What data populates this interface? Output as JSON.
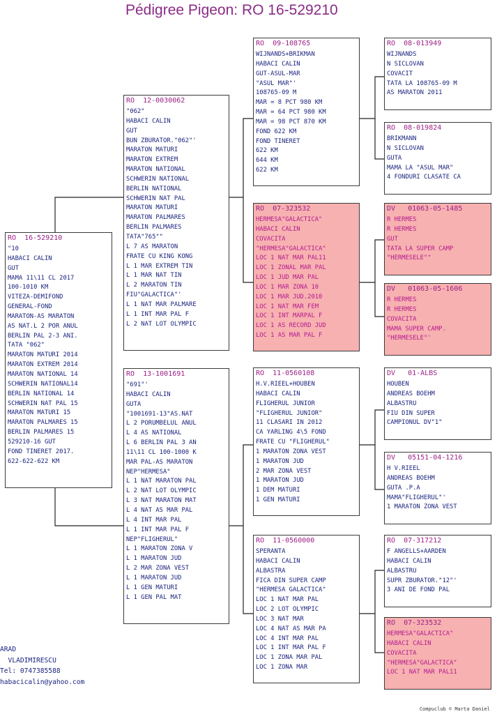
{
  "title": "Pédigree Pigeon: RO  16-529210",
  "boxes": {
    "subject": {
      "id": "RO  16-529210",
      "lines": [
        "\"10",
        "HABACI CALIN",
        "GUT",
        "MAMA 11\\11 CL 2017",
        "100-1010 KM",
        "VITEZA-DEMIFOND",
        "GENERAL-FOND",
        "MARATON-AS MARATON",
        "AS NAT.L 2 POR ANUL",
        "BERLIN PAL 2-3 ANI.",
        "TATA \"062\"",
        "MARATON MATURI 2014",
        "MARATON EXTREM 2014",
        "MARATON NATIONAL 14",
        "SCHWERIN NATIONAL14",
        "BERLIN NATIONAL 14",
        "SCHWERIN NAT PAL 15",
        "MARATON MATURI 15",
        "MARATON PALMARES 15",
        "BERLIN PALMARES 15",
        "529210-16 GUT",
        "FOND TINERET 2017.",
        "622-622-622 KM"
      ]
    },
    "sire": {
      "id": "RO  12-0030062",
      "lines": [
        "\"062\"",
        "HABACI CALIN",
        "GUT",
        "BUN ZBURATOR.\"062\"'",
        "MARATON MATURI",
        "MARATON EXTREM",
        "MARATON NATIONAL",
        "SCHWERIN NATIONAL",
        "BERLIN NATIONAL",
        "SCHWERIN NAT PAL",
        "MARATON MATURI",
        "MARATON PALMARES",
        "BERLIN PALMARES",
        "TATA\"765\"\"",
        "L 7 AS MARATON",
        "FRATE CU KING KONG",
        "L 1 MAR EXTREM TIN",
        "L 1 MAR NAT TIN",
        "L 2 MARATON TIN",
        "FIU\"GALACTICA\"'",
        "L 1 NAT MAR PALMARE",
        "L 1 INT MAR PAL F",
        "L 2 NAT LOT OLYMPIC"
      ]
    },
    "dam": {
      "id": "RO  13-1001691",
      "lines": [
        "\"691\"'",
        "HABACI CALIN",
        "GUTA",
        "\"1001691-13\"AS.NAT",
        "L 2 PORUMBELUL ANUL",
        "L 4 AS NATIONAL",
        "L 6 BERLIN PAL 3 AN",
        "11\\11 CL 100-1000 K",
        "MAR PAL-AS MARATON",
        "NEP\"HERMESA\"",
        "L 1 NAT MARATON PAL",
        "L 2 NAT LOT OLYMPIC",
        "L 3 NAT MARATON MAT",
        "L 4 NAT AS MAR PAL",
        "L 4 INT MAR PAL",
        "L 1 INT MAR PAL F",
        "NEP\"FLIGHERUL\"",
        "L 1 MARATON ZONA V",
        "L 1 MARATON JUD",
        "L 2 MAR ZONA VEST",
        "L 1 MARATON JUD",
        "L 1 GEN MATURI",
        "L 1 GEN PAL MAT"
      ]
    },
    "ss": {
      "id": "RO  09-108765",
      "lines": [
        "WIJNANDS+BRIKMAN",
        "HABACI CALIN",
        "GUT-ASUL-MAR",
        "\"ASUL MAR\"'",
        "108765-09 M",
        "MAR = 8 PCT 980 KM",
        "MAR = 64 PCT 980 KM",
        "MAR = 98 PCT 870 KM",
        "FOND 622 KM",
        "FOND TINERET",
        "622 KM",
        "644 KM",
        "622 KM"
      ]
    },
    "sd": {
      "id": "RO  07-323532",
      "lines": [
        "HERMESA\"GALACTICA\"",
        "HABACI CALIN",
        "COVACITA",
        "\"HERMESA\"GALACTICA\"",
        "LOC 1 NAT MAR PAL11",
        "LOC 1 ZONAL MAR PAL",
        "LOC 1 JUD MAR PAL",
        "LOC 1 MAR ZONA 10",
        "LOC 1 MAR JUD.2010",
        "LOC 1 NAT MAR FEM",
        "LOC 1 INT MARPAL F",
        "LOC 1 AS RECORD JUD",
        "LOC 1 AS MAR PAL F"
      ]
    },
    "ds": {
      "id": "RO  11-0560108",
      "lines": [
        "H.V.RIEEL+HOUBEN",
        "HABACI CALIN",
        "FLIGHERUL JUNIOR",
        "\"FLIGHERUL JUNIOR\"",
        "11 CLASARI IN 2012",
        "CA YARLING 4\\5 FOND",
        "FRATE CU \"FLIGHERUL\"",
        "1 MARATON ZONA VEST",
        "1 MARATON JUD",
        "2 MAR ZONA VEST",
        "1 MARATON JUD",
        "1 DEM MATURI",
        "1 GEN MATURI"
      ]
    },
    "dd": {
      "id": "RO  11-0560000",
      "lines": [
        "SPERANTA",
        "HABACI CALIN",
        "ALBASTRA",
        "FICA DIN SUPER CAMP",
        "\"HERMESA GALACTICA\"",
        "LOC 1 NAT MAR PAL",
        "LOC 2 LOT OLYMPIC",
        "LOC 3 NAT MAR",
        "LOC 4 NAT AS MAR PA",
        "LOC 4 INT MAR PAL",
        "LOC 1 INT MAR PAL F",
        "LOC 1 ZONA MAR PAL",
        "LOC 1 ZONA MAR"
      ]
    },
    "sss": {
      "id": "RO  08-013949",
      "lines": [
        "WIJNANDS",
        "N SICLOVAN",
        "COVACIT",
        "TATA LA 108765-09 M",
        "AS MARATON 2011"
      ]
    },
    "ssd": {
      "id": "RO  08-019824",
      "lines": [
        "BRIKMANN",
        "N SICLOVAN",
        "GUTA",
        "MAMA LA \"ASUL MAR\"",
        "4 FONDURI CLASATE CA"
      ]
    },
    "sds": {
      "id": "DV   01063-05-1485",
      "lines": [
        "R HERMES",
        "R HERMES",
        "GUT",
        "TATA LA SUPER CAMP",
        "\"HERMESELE\"\""
      ]
    },
    "sdd": {
      "id": "DV   01063-05-1606",
      "lines": [
        "R HERMES",
        "R HERMES",
        "COVACITA",
        "MAMA SUPER CAMP.",
        "\"HERMESELE\"'"
      ]
    },
    "dss": {
      "id": "DV   01-ALBS",
      "lines": [
        "HOUBEN",
        "ANDREAS BOEHM",
        "ALBASTRU",
        "FIU DIN SUPER",
        "CAMPIONUL DV\"1\""
      ]
    },
    "dsd": {
      "id": "DV   05151-04-1216",
      "lines": [
        "H V.RIEEL",
        "ANDREAS BOEHM",
        "GUTA .P.A",
        "MAMA\"FLIGHERUL\"'",
        "1 MARATON ZONA VEST"
      ]
    },
    "dds": {
      "id": "RO  07-317212",
      "lines": [
        "F ANGELLS+AARDEN",
        "HABACI CALIN",
        "ALBASTRU",
        "SUPR ZBURATOR.\"12\"'",
        "3 ANI DE FOND PAL"
      ]
    },
    "ddd": {
      "id": "RO  07-323532",
      "lines": [
        "HERMESA\"GALACTICA\"",
        "HABACI CALIN",
        "COVACITA",
        "\"HERMESA\"GALACTICA\"",
        "LOC 1 NAT MAR PAL11"
      ]
    }
  },
  "contact": {
    "city": "ARAD",
    "town": "  VLADIMIRESCU",
    "tel": "Tel: 0747385588",
    "email": "habacicalin@yahoo.com"
  },
  "credit": "Compuclub © Marta Daniel",
  "colors": {
    "title": "#8a2b86",
    "header": "#9b1f86",
    "text": "#1a237e",
    "highlight_bg": "#f7b1b1",
    "highlight_text": "#b31a8e"
  }
}
